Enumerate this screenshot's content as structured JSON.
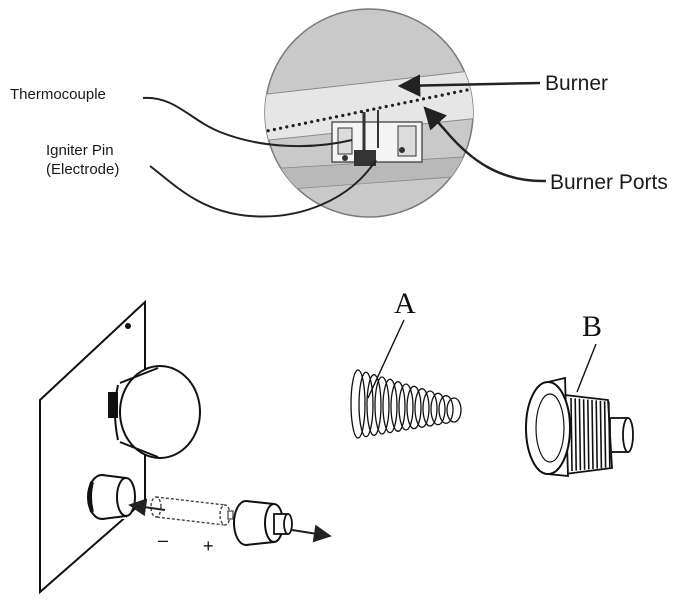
{
  "top_diagram": {
    "labels": {
      "thermocouple": "Thermocouple",
      "igniter_line1": "Igniter Pin",
      "igniter_line2": "(Electrode)",
      "burner": "Burner",
      "burner_ports": "Burner Ports"
    }
  },
  "bottom_diagram": {
    "part_a": "A",
    "part_b": "B",
    "minus_sign": "–",
    "plus_sign": "+"
  },
  "colors": {
    "lens_fill": "#c9c9c9",
    "ink": "#111111"
  }
}
